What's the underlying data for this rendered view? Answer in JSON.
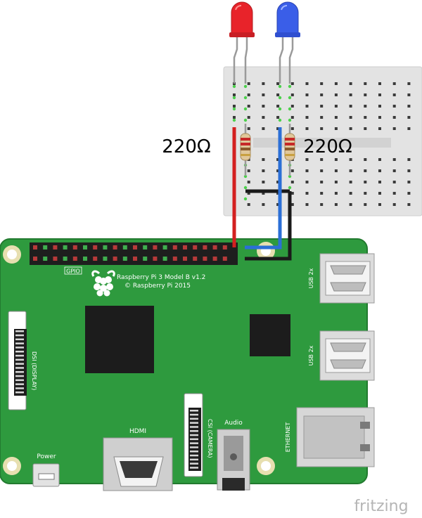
{
  "resistors": [
    {
      "label": "220Ω"
    },
    {
      "label": "220Ω"
    }
  ],
  "leds": [
    {
      "color": "red",
      "hex": "#e8232a"
    },
    {
      "color": "blue",
      "hex": "#3a5ee8"
    }
  ],
  "board": {
    "header_label": "GPIO",
    "model_line": "Raspberry Pi 3 Model B v1.2",
    "copyright_line": "© Raspberry Pi 2015",
    "usb_top_label": "USB 2x",
    "usb_bottom_label": "USB 2x",
    "ethernet_label": "ETHERNET",
    "hdmi_label": "HDMI",
    "audio_label": "Audio",
    "power_label": "Power",
    "dsi_label": "DSI (DISPLAY)",
    "csi_label": "CSI (CAMERA)",
    "pcb_color": "#2e9a3e"
  },
  "wires": [
    {
      "color": "red",
      "hex": "#d32020"
    },
    {
      "color": "blue",
      "hex": "#2b6fd6"
    },
    {
      "color": "black",
      "hex": "#1a1a1a"
    }
  ],
  "footer": {
    "brand": "fritzing"
  }
}
